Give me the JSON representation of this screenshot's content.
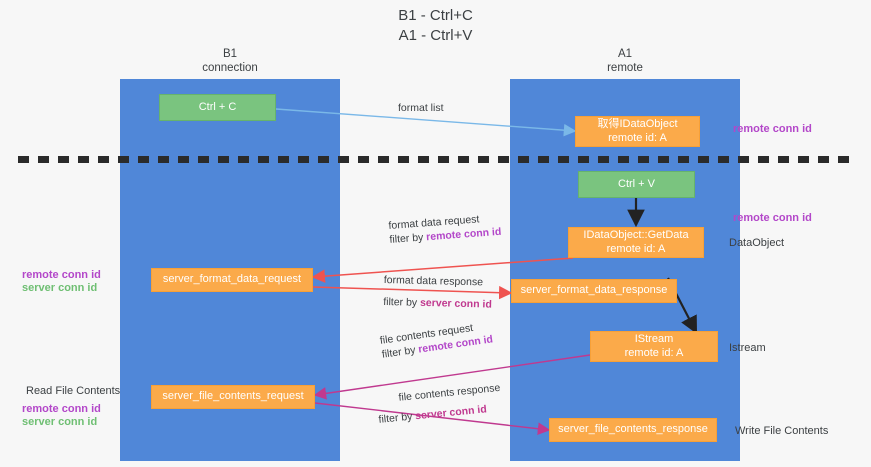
{
  "title": "B1 - Ctrl+C\nA1 - Ctrl+V",
  "lanes": [
    {
      "id": "b1",
      "header": "B1\nconnection"
    },
    {
      "id": "a1",
      "header": "A1\nremote"
    }
  ],
  "nodes": {
    "ctrl_c": {
      "line1": "Ctrl + C",
      "line2": ""
    },
    "get_idataobject": {
      "line1": "取得IDataObject",
      "line2": "remote id: A"
    },
    "ctrl_v": {
      "line1": "Ctrl + V",
      "line2": ""
    },
    "getdata": {
      "line1": "IDataObject::GetData",
      "line2": "remote id: A"
    },
    "format_request": {
      "line1": "server_format_data_request",
      "line2": ""
    },
    "format_response": {
      "line1": "server_format_data_response",
      "line2": ""
    },
    "istream": {
      "line1": "IStream",
      "line2": "remote id: A"
    },
    "file_request": {
      "line1": "server_file_contents_request",
      "line2": ""
    },
    "file_response": {
      "line1": "server_file_contents_response",
      "line2": ""
    }
  },
  "edges": {
    "format_list": {
      "line1": "format list"
    },
    "format_data_request": {
      "line1": "format data request",
      "line2_prefix": "filter by ",
      "line2_key": "remote conn id"
    },
    "format_data_response": {
      "line1": "format data response",
      "line2_prefix": "filter by ",
      "line2_key": "server conn id"
    },
    "file_contents_request": {
      "line1": "file contents request",
      "line2_prefix": "filter by ",
      "line2_key": "remote conn id"
    },
    "file_contents_response": {
      "line1": "file contents response",
      "line2_prefix": "filter by ",
      "line2_key": "server conn id"
    }
  },
  "annotations": {
    "right_remote_conn_id_top": "remote conn id",
    "right_remote_conn_id_mid": "remote conn id",
    "right_dataobject": "DataObject",
    "right_istream": "Istream",
    "right_write_file_contents": "Write File Contents",
    "left_remote_conn_id_1": "remote conn id",
    "left_server_conn_id_1": "server conn id",
    "left_read_file_contents": "Read File Contents",
    "left_remote_conn_id_2": "remote conn id",
    "left_server_conn_id_2": "server conn id"
  },
  "colors": {
    "lane": "#5087d8",
    "node_green": "#7ac47f",
    "node_orange": "#fbaa4a",
    "purple": "#b347c9",
    "green_text": "#6fbf73",
    "magenta": "#c0398f",
    "red_arrow": "#ef5350",
    "blue_arrow": "#7ab8e8",
    "black_arrow": "#222222",
    "background": "#f7f7f7"
  }
}
